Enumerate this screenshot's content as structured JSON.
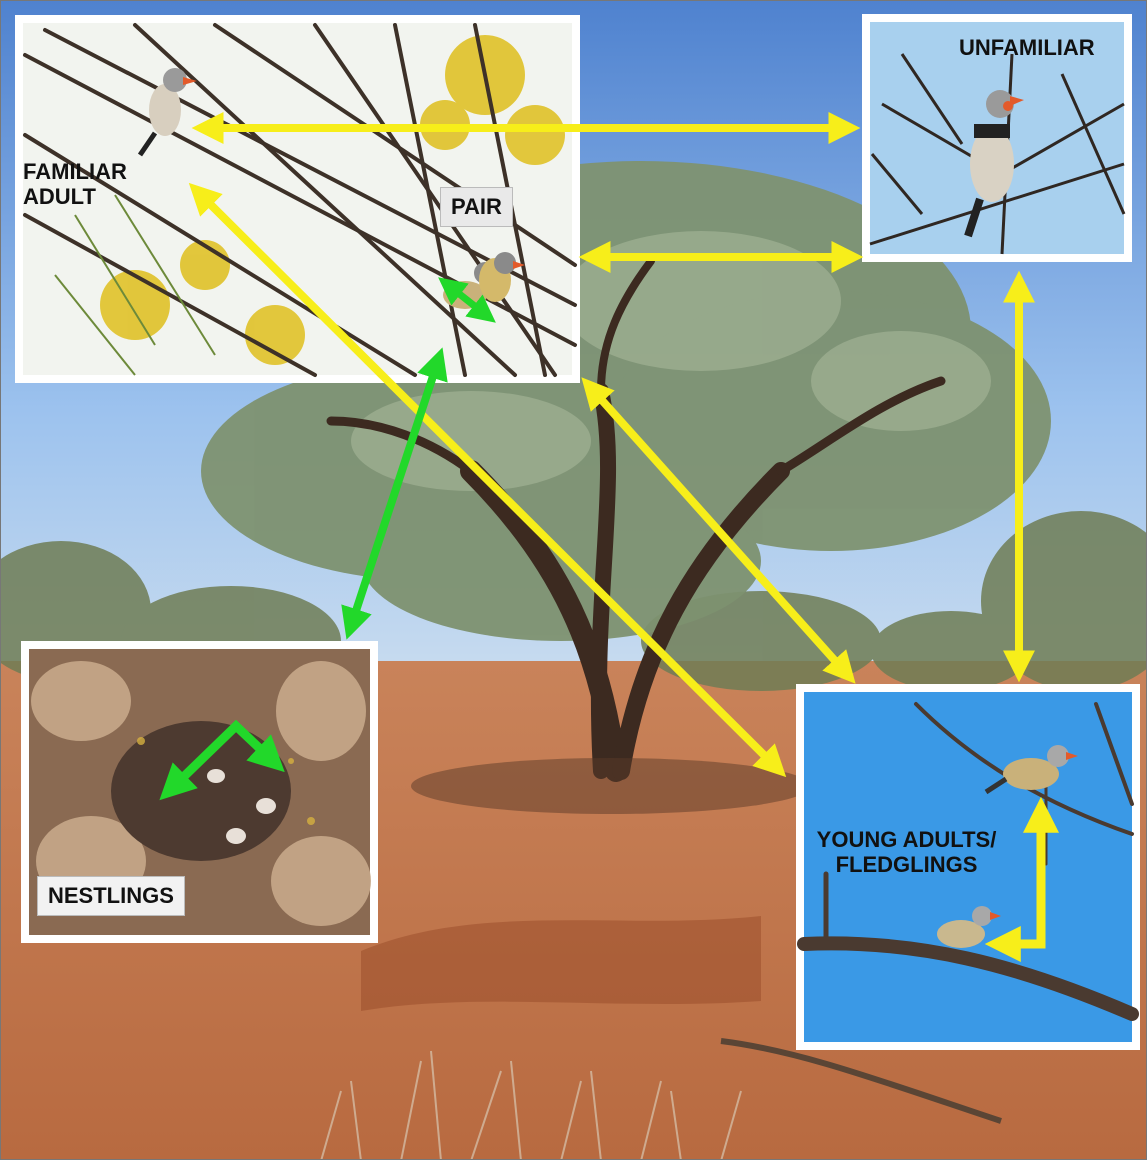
{
  "labels": {
    "familiar_adult": "FAMILIAR\nADULT",
    "pair": "PAIR",
    "unfamiliar": "UNFAMILIAR",
    "young_adults": "YOUNG ADULTS/\nFLEDGLINGS",
    "nestlings": "NESTLINGS"
  },
  "colors": {
    "yellow_arrow": "#f7ee1a",
    "green_arrow": "#22d82a",
    "sky": "#8fb8e8",
    "red_soil": "#c9774b"
  },
  "arrows": [
    {
      "from": "familiar-adult",
      "to": "unfamiliar",
      "color": "yellow",
      "style": "double"
    },
    {
      "from": "pair",
      "to": "unfamiliar",
      "color": "yellow",
      "style": "double"
    },
    {
      "from": "unfamiliar",
      "to": "young-adults",
      "color": "yellow",
      "style": "double"
    },
    {
      "from": "familiar-adult",
      "to": "young-adults",
      "color": "yellow",
      "style": "double"
    },
    {
      "from": "pair",
      "to": "young-adults",
      "color": "yellow",
      "style": "double"
    },
    {
      "from": "pair",
      "to": "nestlings",
      "color": "green",
      "style": "double"
    },
    {
      "from": "pair-bird",
      "to": "pair-bird",
      "color": "green",
      "style": "double"
    },
    {
      "from": "nestling",
      "to": "nestling",
      "color": "green",
      "style": "double"
    },
    {
      "from": "fledgling",
      "to": "fledgling",
      "color": "yellow",
      "style": "double"
    }
  ]
}
